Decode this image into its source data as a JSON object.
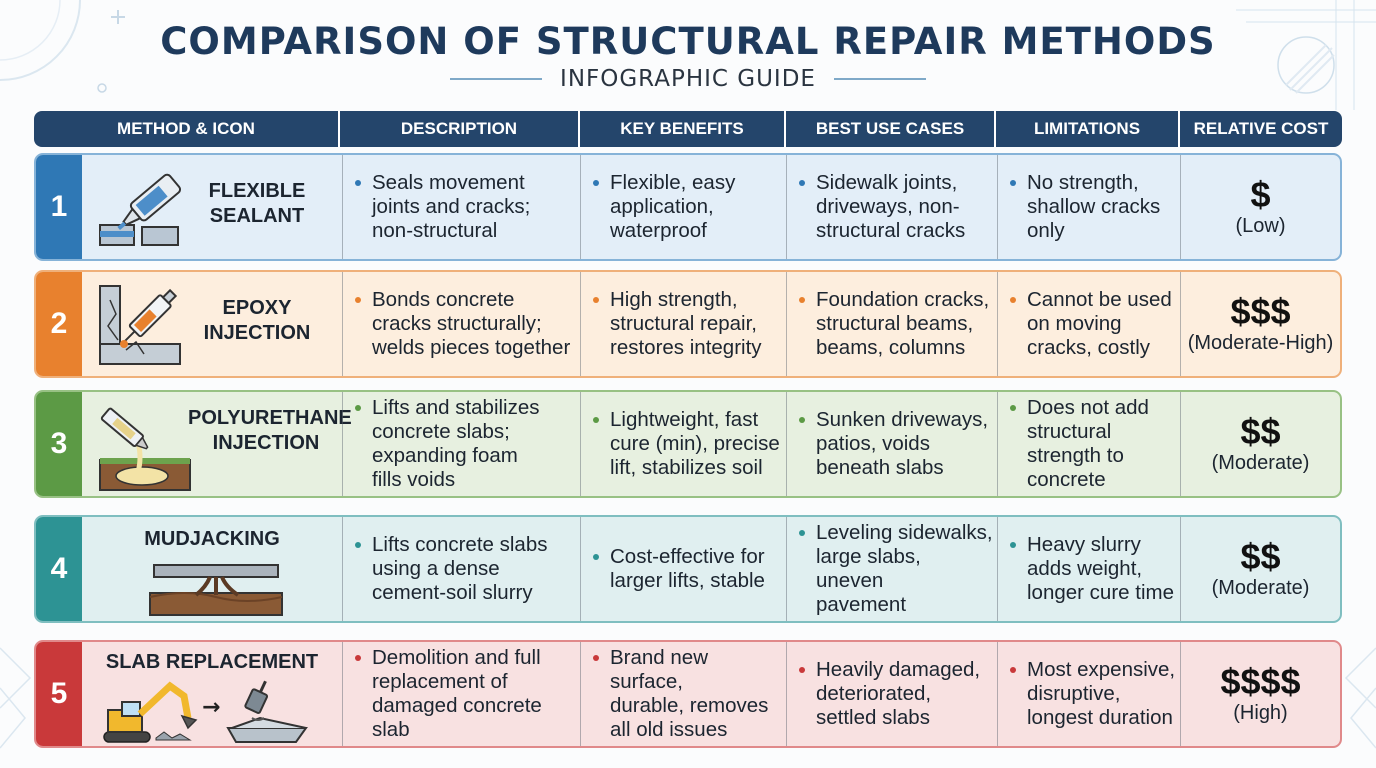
{
  "title": "COMPARISON OF STRUCTURAL REPAIR METHODS",
  "subtitle": "INFOGRAPHIC GUIDE",
  "headers": [
    "METHOD & ICON",
    "DESCRIPTION",
    "KEY BENEFITS",
    "BEST USE CASES",
    "LIMITATIONS",
    "RELATIVE COST"
  ],
  "rows": [
    {
      "number": "1",
      "name_lines": [
        "FLEXIBLE",
        "SEALANT"
      ],
      "icon": "sealant-tube-icon",
      "description": [
        "Seals movement",
        "joints and cracks;",
        "non-structural"
      ],
      "benefits": [
        "Flexible, easy",
        "application,",
        "waterproof"
      ],
      "use_cases": [
        "Sidewalk joints,",
        "driveways, non-",
        "structural cracks"
      ],
      "limitations": [
        "No strength,",
        "shallow cracks",
        "only"
      ],
      "cost_symbol": "$",
      "cost_level": "(Low)",
      "colors": {
        "accent": "#2f78b5",
        "bg": "#e3eef8",
        "border": "#86b3d8"
      }
    },
    {
      "number": "2",
      "name_lines": [
        "EPOXY",
        "INJECTION"
      ],
      "icon": "syringe-icon",
      "description": [
        "Bonds concrete",
        "cracks structurally;",
        "welds pieces together"
      ],
      "benefits": [
        "High strength,",
        "structural repair,",
        "restores integrity"
      ],
      "use_cases": [
        "Foundation cracks,",
        "structural beams,",
        "beams, columns"
      ],
      "limitations": [
        "Cannot be used",
        "on moving",
        "cracks, costly"
      ],
      "cost_symbol": "$$$",
      "cost_level": "(Moderate-High)",
      "colors": {
        "accent": "#e8812e",
        "bg": "#fdeede",
        "border": "#efb07a"
      }
    },
    {
      "number": "3",
      "name_lines": [
        "POLYURETHANE",
        "INJECTION"
      ],
      "icon": "foam-injection-icon",
      "description": [
        "Lifts and stabilizes",
        "concrete slabs;",
        "expanding foam",
        "fills voids"
      ],
      "benefits": [
        "Lightweight, fast",
        "cure (min), precise",
        "lift, stabilizes soil"
      ],
      "use_cases": [
        "Sunken driveways,",
        "patios, voids",
        "beneath slabs"
      ],
      "limitations": [
        "Does not add",
        "structural",
        "strength to",
        "concrete"
      ],
      "cost_symbol": "$$",
      "cost_level": "(Moderate)",
      "colors": {
        "accent": "#5c9a45",
        "bg": "#e7f0e0",
        "border": "#98c184"
      }
    },
    {
      "number": "4",
      "name_lines": [
        "MUDJACKING"
      ],
      "icon": "slab-lift-icon",
      "description": [
        "Lifts concrete slabs",
        "using a dense",
        "cement-soil slurry"
      ],
      "benefits": [
        "Cost-effective for",
        "larger lifts, stable"
      ],
      "use_cases": [
        "Leveling sidewalks,",
        "large slabs, uneven",
        "pavement"
      ],
      "limitations": [
        "Heavy slurry",
        "adds weight,",
        "longer cure time"
      ],
      "cost_symbol": "$$",
      "cost_level": "(Moderate)",
      "colors": {
        "accent": "#2d9394",
        "bg": "#e0eff0",
        "border": "#7fbec0"
      }
    },
    {
      "number": "5",
      "name_lines": [
        "SLAB REPLACEMENT"
      ],
      "icon": "excavator-icon",
      "description": [
        "Demolition and full",
        "replacement of",
        "damaged concrete slab"
      ],
      "benefits": [
        "Brand new surface,",
        "durable, removes",
        "all old issues"
      ],
      "use_cases": [
        "Heavily damaged,",
        "deteriorated,",
        "settled slabs"
      ],
      "limitations": [
        "Most expensive,",
        "disruptive,",
        "longest duration"
      ],
      "cost_symbol": "$$$$",
      "cost_level": "(High)",
      "colors": {
        "accent": "#c9393a",
        "bg": "#f8e1e1",
        "border": "#e0898a"
      }
    }
  ]
}
